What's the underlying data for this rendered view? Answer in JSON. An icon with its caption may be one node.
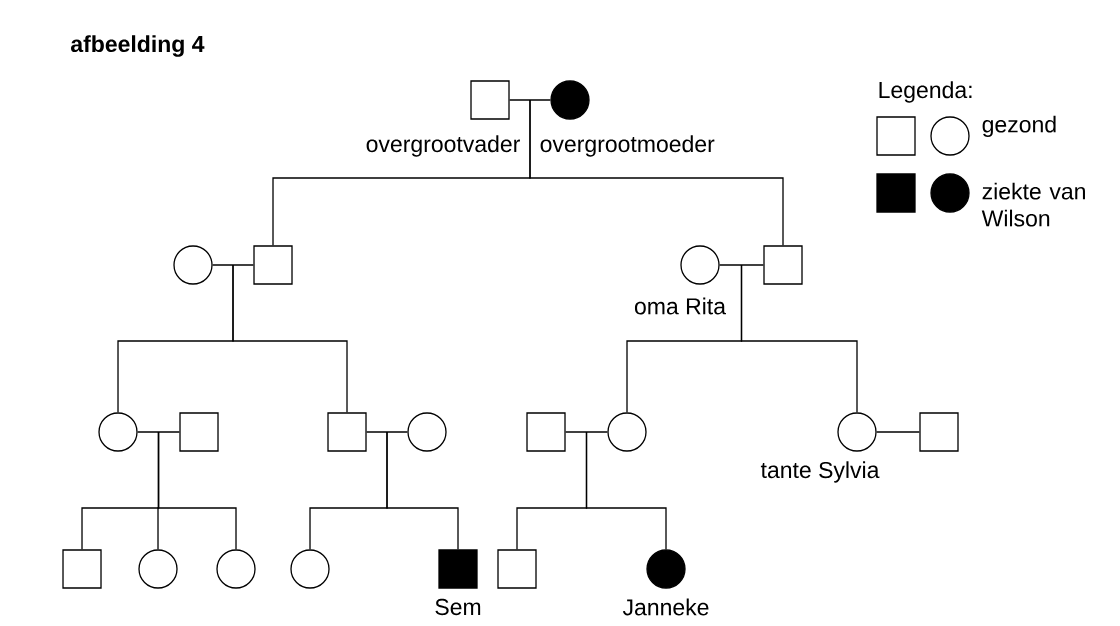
{
  "diagram": {
    "title": "afbeelding 4",
    "nodes": [
      {
        "text": [],
        "shape": "box",
        "beside": [
          "overgrootvader"
        ]
      },
      {
        "text": [],
        "shape": "disc",
        "beside": [
          "overgrootmoeder"
        ]
      },
      {
        "text": [],
        "shape": "circle"
      },
      {
        "text": [],
        "shape": "box"
      },
      {
        "text": [],
        "shape": "circle",
        "beside": [
          "oma Rita"
        ]
      },
      {
        "text": [],
        "shape": "box"
      },
      {
        "text": [],
        "shape": "circle"
      },
      {
        "text": [],
        "shape": "box"
      },
      {
        "text": [],
        "shape": "box"
      },
      {
        "text": [],
        "shape": "circle"
      },
      {
        "text": [],
        "shape": "box"
      },
      {
        "text": [],
        "shape": "circle"
      },
      {
        "text": [],
        "shape": "circle",
        "beside": [
          "tante Sylvia"
        ]
      },
      {
        "text": [],
        "shape": "box"
      },
      {
        "text": [],
        "shape": "box"
      },
      {
        "text": [],
        "shape": "circle"
      },
      {
        "text": [],
        "shape": "circle"
      },
      {
        "text": [],
        "shape": "circle"
      },
      {
        "text": [],
        "shape": "block",
        "beside": [
          "Sem"
        ]
      },
      {
        "text": [],
        "shape": "box"
      },
      {
        "text": [],
        "shape": "disc",
        "beside": [
          "Janneke"
        ]
      }
    ],
    "edges": [
      {
        "from": 0,
        "to": 1,
        "arrow": "none"
      },
      {
        "from": 2,
        "to": 3,
        "arrow": "none"
      },
      {
        "from": 4,
        "to": 5,
        "arrow": "none"
      },
      {
        "from": 6,
        "to": 7,
        "arrow": "none"
      },
      {
        "from": 8,
        "to": 9,
        "arrow": "none"
      },
      {
        "from": 10,
        "to": 11,
        "arrow": "none"
      },
      {
        "from": 12,
        "to": 13,
        "arrow": "none"
      },
      {
        "from": 0,
        "to": 3,
        "arrow": "none"
      },
      {
        "from": 1,
        "to": 3,
        "arrow": "none"
      },
      {
        "from": 0,
        "to": 5,
        "arrow": "none"
      },
      {
        "from": 1,
        "to": 5,
        "arrow": "none"
      },
      {
        "from": 2,
        "to": 6,
        "arrow": "none"
      },
      {
        "from": 3,
        "to": 6,
        "arrow": "none"
      },
      {
        "from": 2,
        "to": 8,
        "arrow": "none"
      },
      {
        "from": 3,
        "to": 8,
        "arrow": "none"
      },
      {
        "from": 4,
        "to": 11,
        "arrow": "none"
      },
      {
        "from": 5,
        "to": 11,
        "arrow": "none"
      },
      {
        "from": 4,
        "to": 12,
        "arrow": "none"
      },
      {
        "from": 5,
        "to": 12,
        "arrow": "none"
      },
      {
        "from": 6,
        "to": 14,
        "arrow": "none"
      },
      {
        "from": 7,
        "to": 14,
        "arrow": "none"
      },
      {
        "from": 6,
        "to": 15,
        "arrow": "none"
      },
      {
        "from": 7,
        "to": 15,
        "arrow": "none"
      },
      {
        "from": 6,
        "to": 16,
        "arrow": "none"
      },
      {
        "from": 7,
        "to": 16,
        "arrow": "none"
      },
      {
        "from": 8,
        "to": 17,
        "arrow": "none"
      },
      {
        "from": 9,
        "to": 17,
        "arrow": "none"
      },
      {
        "from": 8,
        "to": 18,
        "arrow": "none"
      },
      {
        "from": 9,
        "to": 18,
        "arrow": "none"
      },
      {
        "from": 10,
        "to": 19,
        "arrow": "none"
      },
      {
        "from": 11,
        "to": 19,
        "arrow": "none"
      },
      {
        "from": 10,
        "to": 20,
        "arrow": "none"
      },
      {
        "from": 11,
        "to": 20,
        "arrow": "none"
      }
    ],
    "labels": [
      "Legenda:"
    ],
    "legend": [
      {
        "text": "gezond"
      },
      {
        "text": "ziekte van Wilson"
      }
    ]
  }
}
